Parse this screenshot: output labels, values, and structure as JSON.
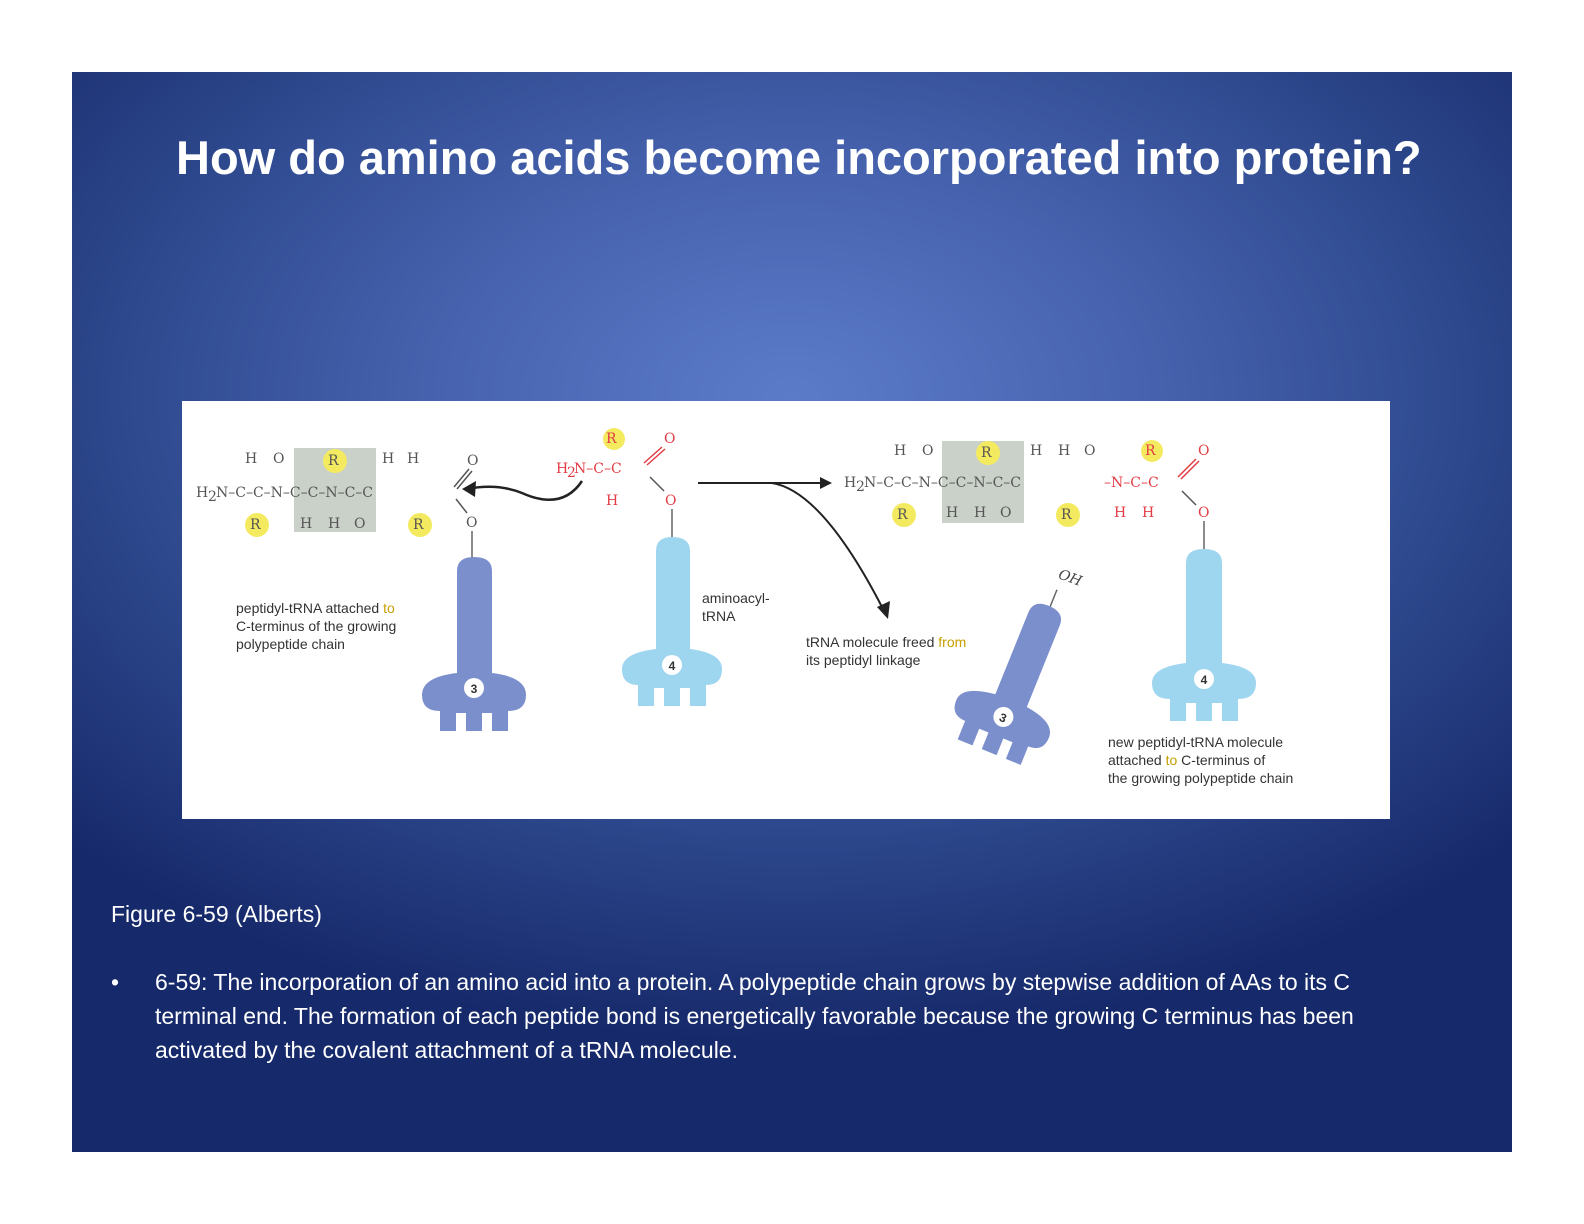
{
  "slide": {
    "title": "How do amino acids become incorporated into protein?",
    "caption": "Figure 6-59 (Alberts)",
    "bullet": "6-59: The incorporation of an amino acid into a protein. A polypeptide chain grows by stepwise addition of AAs to its C terminal end.  The formation of each peptide bond is energetically favorable because the growing C terminus has been activated by the covalent attachment of a tRNA molecule.",
    "bullet_marker": "•"
  },
  "figure": {
    "label_peptidyl": {
      "pre": "peptidyl-tRNA attached ",
      "hl": "to",
      "line2": "C-terminus of the growing",
      "line3": "polypeptide chain"
    },
    "label_aminoacyl": {
      "line1": "aminoacyl-",
      "line2": "tRNA"
    },
    "label_freed": {
      "pre": "tRNA molecule freed ",
      "hl": "from",
      "line2": "its peptidyl linkage"
    },
    "label_new": {
      "line1": "new peptidyl-tRNA molecule",
      "pre2": "attached ",
      "hl2": "to",
      "post2": " C-terminus of",
      "line3": "the growing polypeptide chain"
    },
    "trna_numbers": {
      "a": "3",
      "b": "4",
      "c": "3",
      "d": "4"
    },
    "oh_label": "OH",
    "colors": {
      "trna_dark": "#7b8fcc",
      "trna_light": "#9fd6ef",
      "highlight": "#f4ea60",
      "red_atom": "#e23c44",
      "shade": "#c9d1c8"
    }
  }
}
